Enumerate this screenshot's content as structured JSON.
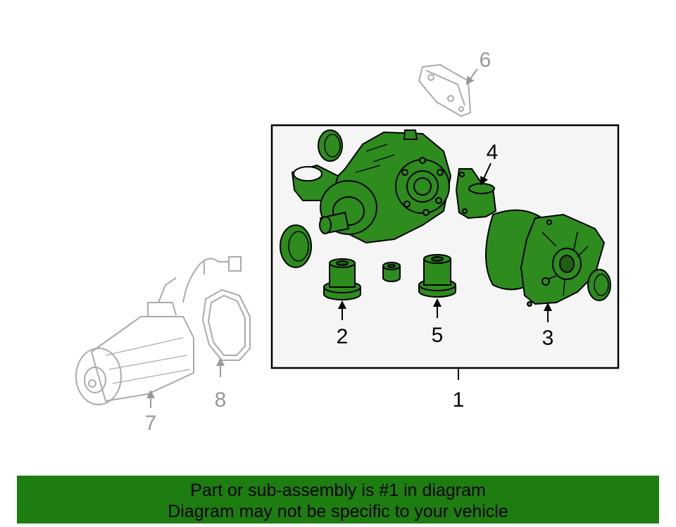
{
  "callouts": {
    "c1": "1",
    "c2": "2",
    "c3": "3",
    "c4": "4",
    "c5": "5",
    "c6": "6",
    "c7": "7",
    "c8": "8"
  },
  "footer": {
    "line1": "Part or sub-assembly is #1 in diagram",
    "line2": "Diagram may not be specific to your vehicle"
  },
  "colors": {
    "part_fill": "#2e8b1e",
    "part_stroke": "#000000",
    "ghost_stroke": "#aaaaaa",
    "footer_bg": "#1e7d10",
    "box_bg": "#f5f5f5"
  }
}
